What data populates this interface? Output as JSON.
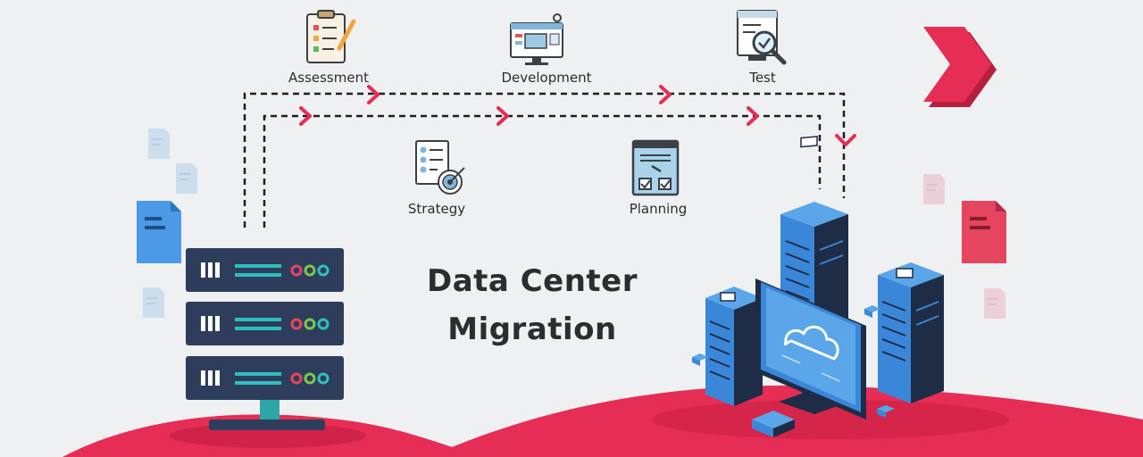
{
  "title": {
    "line1": "Data Center",
    "line2": "Migration"
  },
  "steps_top": [
    {
      "label": "Assessment",
      "icon": "clipboard-checklist-icon"
    },
    {
      "label": "Development",
      "icon": "dashboard-monitor-icon"
    },
    {
      "label": "Test",
      "icon": "magnifier-check-icon"
    }
  ],
  "steps_bottom": [
    {
      "label": "Strategy",
      "icon": "target-checklist-icon"
    },
    {
      "label": "Planning",
      "icon": "planning-window-icon"
    }
  ],
  "colors": {
    "accent_red": "#e52d55",
    "server_navy": "#2e3d5c",
    "server_blue": "#3a86d8",
    "line_dark": "#1f1f22",
    "background": "#eef0f1"
  }
}
